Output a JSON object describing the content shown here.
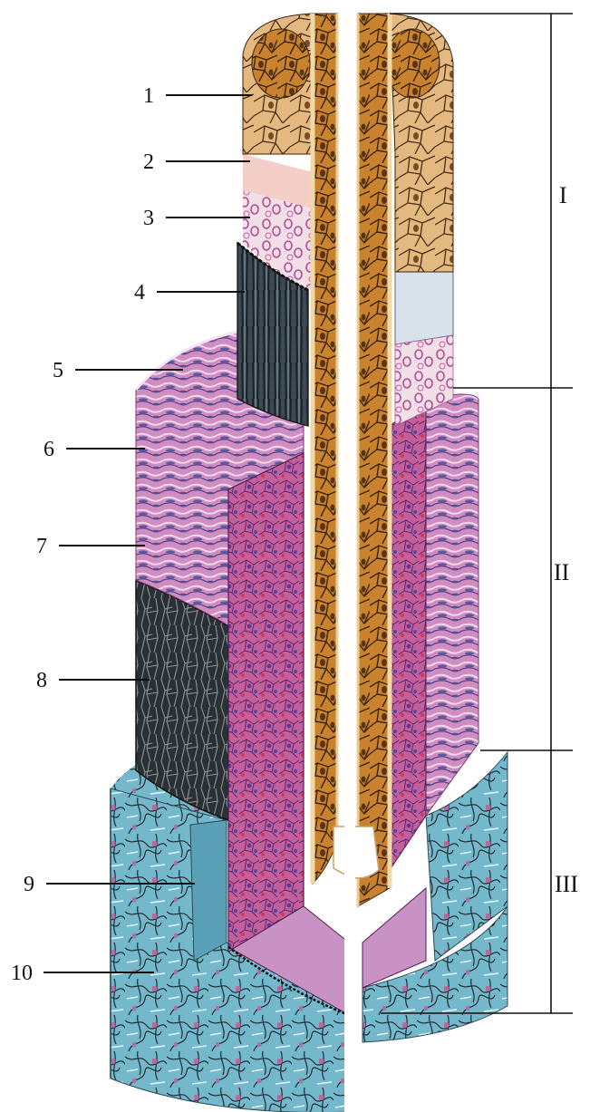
{
  "callouts": [
    {
      "label": "1"
    },
    {
      "label": "2"
    },
    {
      "label": "3"
    },
    {
      "label": "4"
    },
    {
      "label": "5"
    },
    {
      "label": "6"
    },
    {
      "label": "7"
    },
    {
      "label": "8"
    },
    {
      "label": "9"
    },
    {
      "label": "10"
    }
  ],
  "regions": [
    {
      "label": "I"
    },
    {
      "label": "II"
    },
    {
      "label": "III"
    }
  ],
  "colors": {
    "intima_cells": "#c9832e",
    "intima_lines": "#3b2410",
    "endothelium_surface": "#e8c98d",
    "subendothelial": "#f3c8c0",
    "internal_elastic": "#4a5a66",
    "media": "#c97bb5",
    "media_cells": "#6a5a9a",
    "external_elastic": "#2a2e33",
    "adventitia": "#6fb3c8",
    "adventitia_fibers": "#2a2a2a",
    "lumen": "#ffffff"
  }
}
